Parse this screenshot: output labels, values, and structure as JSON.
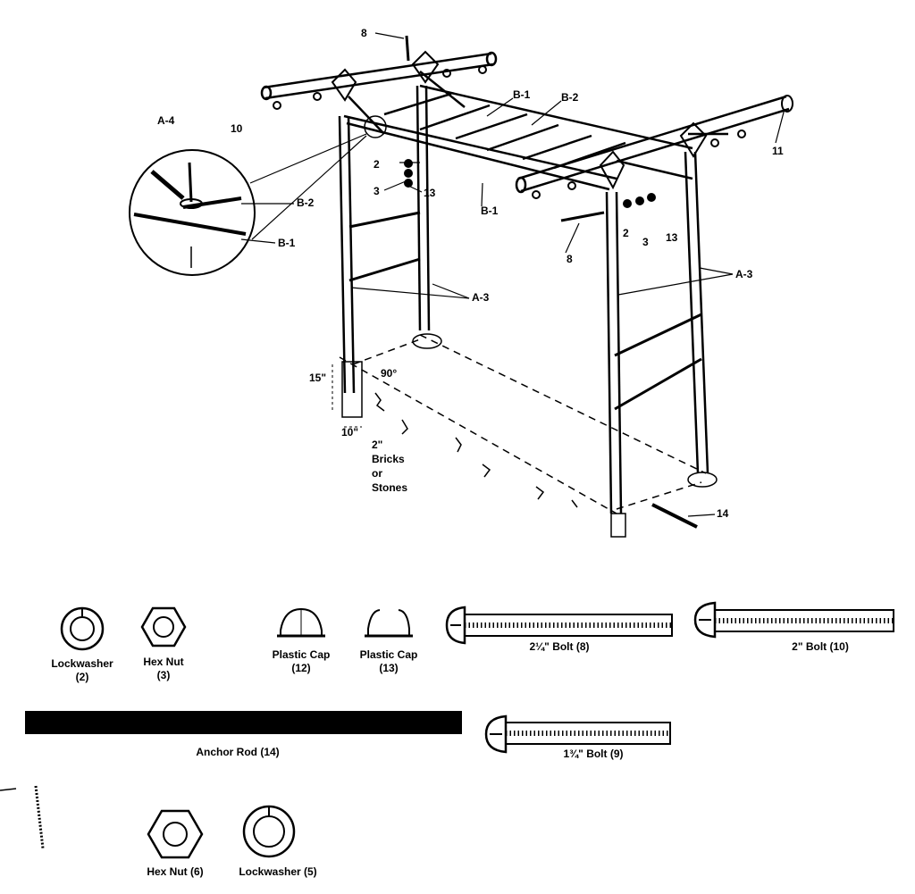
{
  "callouts": {
    "c8_top": "8",
    "c10": "10",
    "cA4": "A-4",
    "cB2_detail": "B-2",
    "cB1_detail": "B-1",
    "cB1_top": "B-1",
    "cB2_top": "B-2",
    "cB1_mid": "B-1",
    "c2_left": "2",
    "c3_left": "3",
    "c13_left": "13",
    "c2_right": "2",
    "c3_right": "3",
    "c13_right": "13",
    "c8_right": "8",
    "c11": "11",
    "cA3_left": "A-3",
    "cA3_right": "A-3",
    "c14": "14"
  },
  "dimensions": {
    "depth": "15\"",
    "width": "10\"",
    "angle": "90°",
    "brick_size": "2\"",
    "brick_word1": "Bricks",
    "brick_word2": "or",
    "brick_word3": "Stones"
  },
  "parts": {
    "lockwasher2_name": "Lockwasher",
    "lockwasher2_num": "(2)",
    "hexnut3_name": "Hex Nut",
    "hexnut3_num": "(3)",
    "cap12_name": "Plastic Cap",
    "cap12_num": "(12)",
    "cap13_name": "Plastic Cap",
    "cap13_num": "(13)",
    "bolt8": "2¼\" Bolt (8)",
    "bolt10": "2\" Bolt (10)",
    "rod14": "Anchor Rod (14)",
    "bolt9": "1¾\" Bolt (9)",
    "hexnut6": "Hex Nut (6)",
    "lockwasher5": "Lockwasher (5)"
  }
}
